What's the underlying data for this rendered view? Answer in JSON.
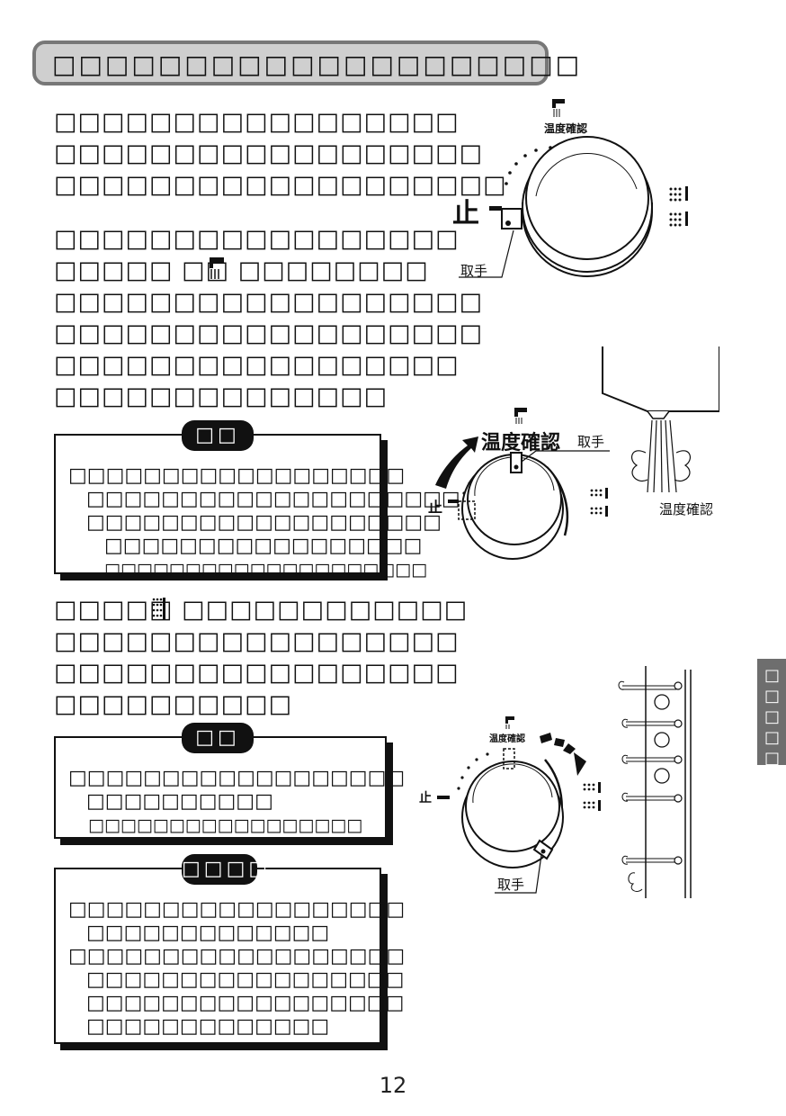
{
  "header": {
    "title": "□□□□□□□□□□□□□□□□□□□□"
  },
  "paragraphs": {
    "p1": [
      "□□□□□□□□□□□□□□□□□",
      "□□□□□□□□□□□□□□□□□□",
      "□□□□□□□□□□□□□□□□□□□"
    ],
    "p2": [
      "□□□□□□□□□□□□□□□□□",
      "□□□□□ □□  □□□□□□□□",
      "□□□□□□□□□□□□□□□□□□",
      "□□□□□□□□□□□□□□□□□□",
      "□□□□□□□□□□□□□□□□□",
      "□□□□□□□□□□□□□□"
    ],
    "p3": [
      "□□□□□  □□□□□□□□□□□□",
      "□□□□□□□□□□□□□□□□□",
      "□□□□□□□□□□□□□□□□□",
      "□□□□□□□□□□"
    ]
  },
  "notes": {
    "note1": {
      "label": "□□",
      "lines": [
        "□□□□□□□□□□□□□□□□□□",
        "□□□□□□□□□□□□□□□□□□□□",
        "□□□□□□□□□□□□□□□□□□□",
        "□□□□□□□□□□□□□□□□□",
        "□□□□□□□□□□□□□□□□□□□□"
      ]
    },
    "note2": {
      "label": "□□",
      "lines": [
        "□□□□□□□□□□□□□□□□□□",
        "□□□□□□□□□□",
        "□□□□□□□□□□□□□□□□□"
      ]
    },
    "note3": {
      "label": "□□□□",
      "lines": [
        "□□□□□□□□□□□□□□□□□□",
        "□□□□□□□□□□□□□",
        "□□□□□□□□□□□□□□□□□□",
        "□□□□□□□□□□□□□□□□□",
        "□□□□□□□□□□□□□□□□□",
        "□□□□□□□□□□□□□"
      ]
    }
  },
  "side_tab": {
    "label": "□□□□□□"
  },
  "figures": {
    "fig1": {
      "temp_check": "温度確認",
      "stop": "止",
      "handle": "取手"
    },
    "fig2": {
      "temp_check": "温度確認",
      "stop": "止",
      "handle": "取手",
      "caption": "温度確認"
    },
    "fig3": {
      "temp_check": "温度確認",
      "stop": "止",
      "handle": "取手"
    }
  },
  "page_number": "12"
}
